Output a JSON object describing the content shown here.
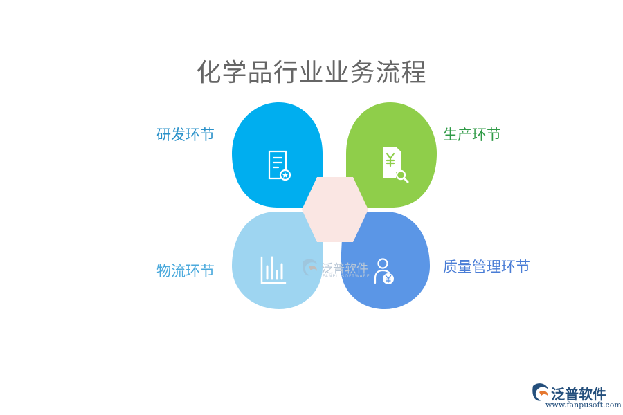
{
  "title": "化学品行业业务流程",
  "colors": {
    "rd": "#00aeef",
    "production": "#8fce4a",
    "logistics": "#9ed5f1",
    "quality": "#5b96e6",
    "center": "#fae6e3",
    "title_text": "#666666"
  },
  "petals": [
    {
      "label": "研发环节",
      "label_color": "#2a91c9",
      "icon": "document-star-icon"
    },
    {
      "label": "生产环节",
      "label_color": "#2f9a46",
      "icon": "yen-document-search-icon"
    },
    {
      "label": "物流环节",
      "label_color": "#4aa9dc",
      "icon": "bar-chart-icon"
    },
    {
      "label": "质量管理环节",
      "label_color": "#4a7dd6",
      "icon": "user-yen-icon"
    }
  ],
  "watermark": {
    "name": "泛普软件",
    "sub": "FANPU SOFTWARE"
  },
  "brand": {
    "name": "泛普软件",
    "url": "www.fanpusoft.com"
  }
}
